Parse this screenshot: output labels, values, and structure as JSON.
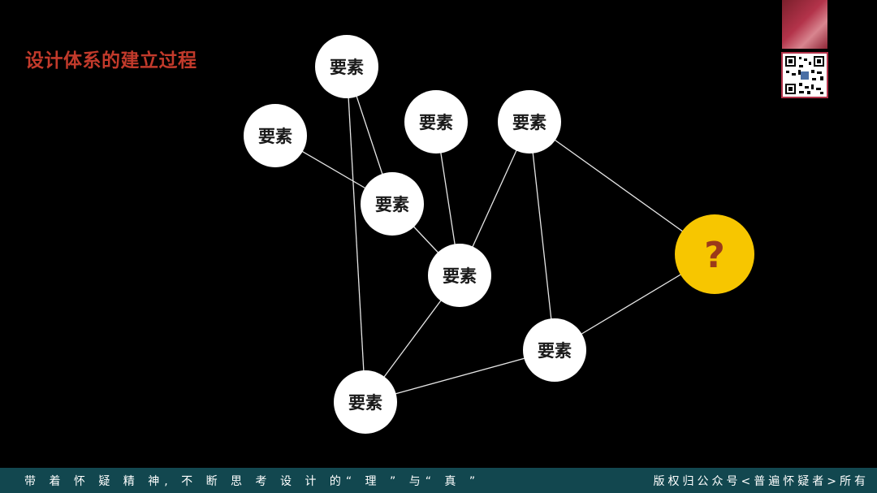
{
  "title": "设计体系的建立过程",
  "colors": {
    "background": "#000000",
    "title": "#c23a2b",
    "node_fill": "#ffffff",
    "node_text": "#1a1a1a",
    "edge": "#e6e6e6",
    "question_fill": "#f7c600",
    "question_text": "#9b3a1a",
    "footer_bg": "#12474f"
  },
  "nodes": [
    {
      "id": "n1",
      "label": "要素"
    },
    {
      "id": "n2",
      "label": "要素"
    },
    {
      "id": "n3",
      "label": "要素"
    },
    {
      "id": "n4",
      "label": "要素"
    },
    {
      "id": "n5",
      "label": "要素"
    },
    {
      "id": "n6",
      "label": "要素"
    },
    {
      "id": "n7",
      "label": "要素"
    },
    {
      "id": "n8",
      "label": "要素"
    },
    {
      "id": "q",
      "label": "?"
    }
  ],
  "edges": [
    [
      "n1",
      "n5"
    ],
    [
      "n2",
      "n5"
    ],
    [
      "n2",
      "n8"
    ],
    [
      "n5",
      "n6"
    ],
    [
      "n3",
      "n6"
    ],
    [
      "n4",
      "n6"
    ],
    [
      "n4",
      "n7"
    ],
    [
      "n4",
      "q"
    ],
    [
      "n6",
      "n8"
    ],
    [
      "n8",
      "n7"
    ],
    [
      "n7",
      "q"
    ]
  ],
  "footer": {
    "left": "带 着 怀 疑 精 神, 不 断 思 考 设 计 的“ 理 ” 与“ 真 ”",
    "right": "版权归公众号<普遍怀疑者>所有"
  },
  "thumbnail_icon": "portrait-thumbnail",
  "qr_icon": "qr-code-icon"
}
